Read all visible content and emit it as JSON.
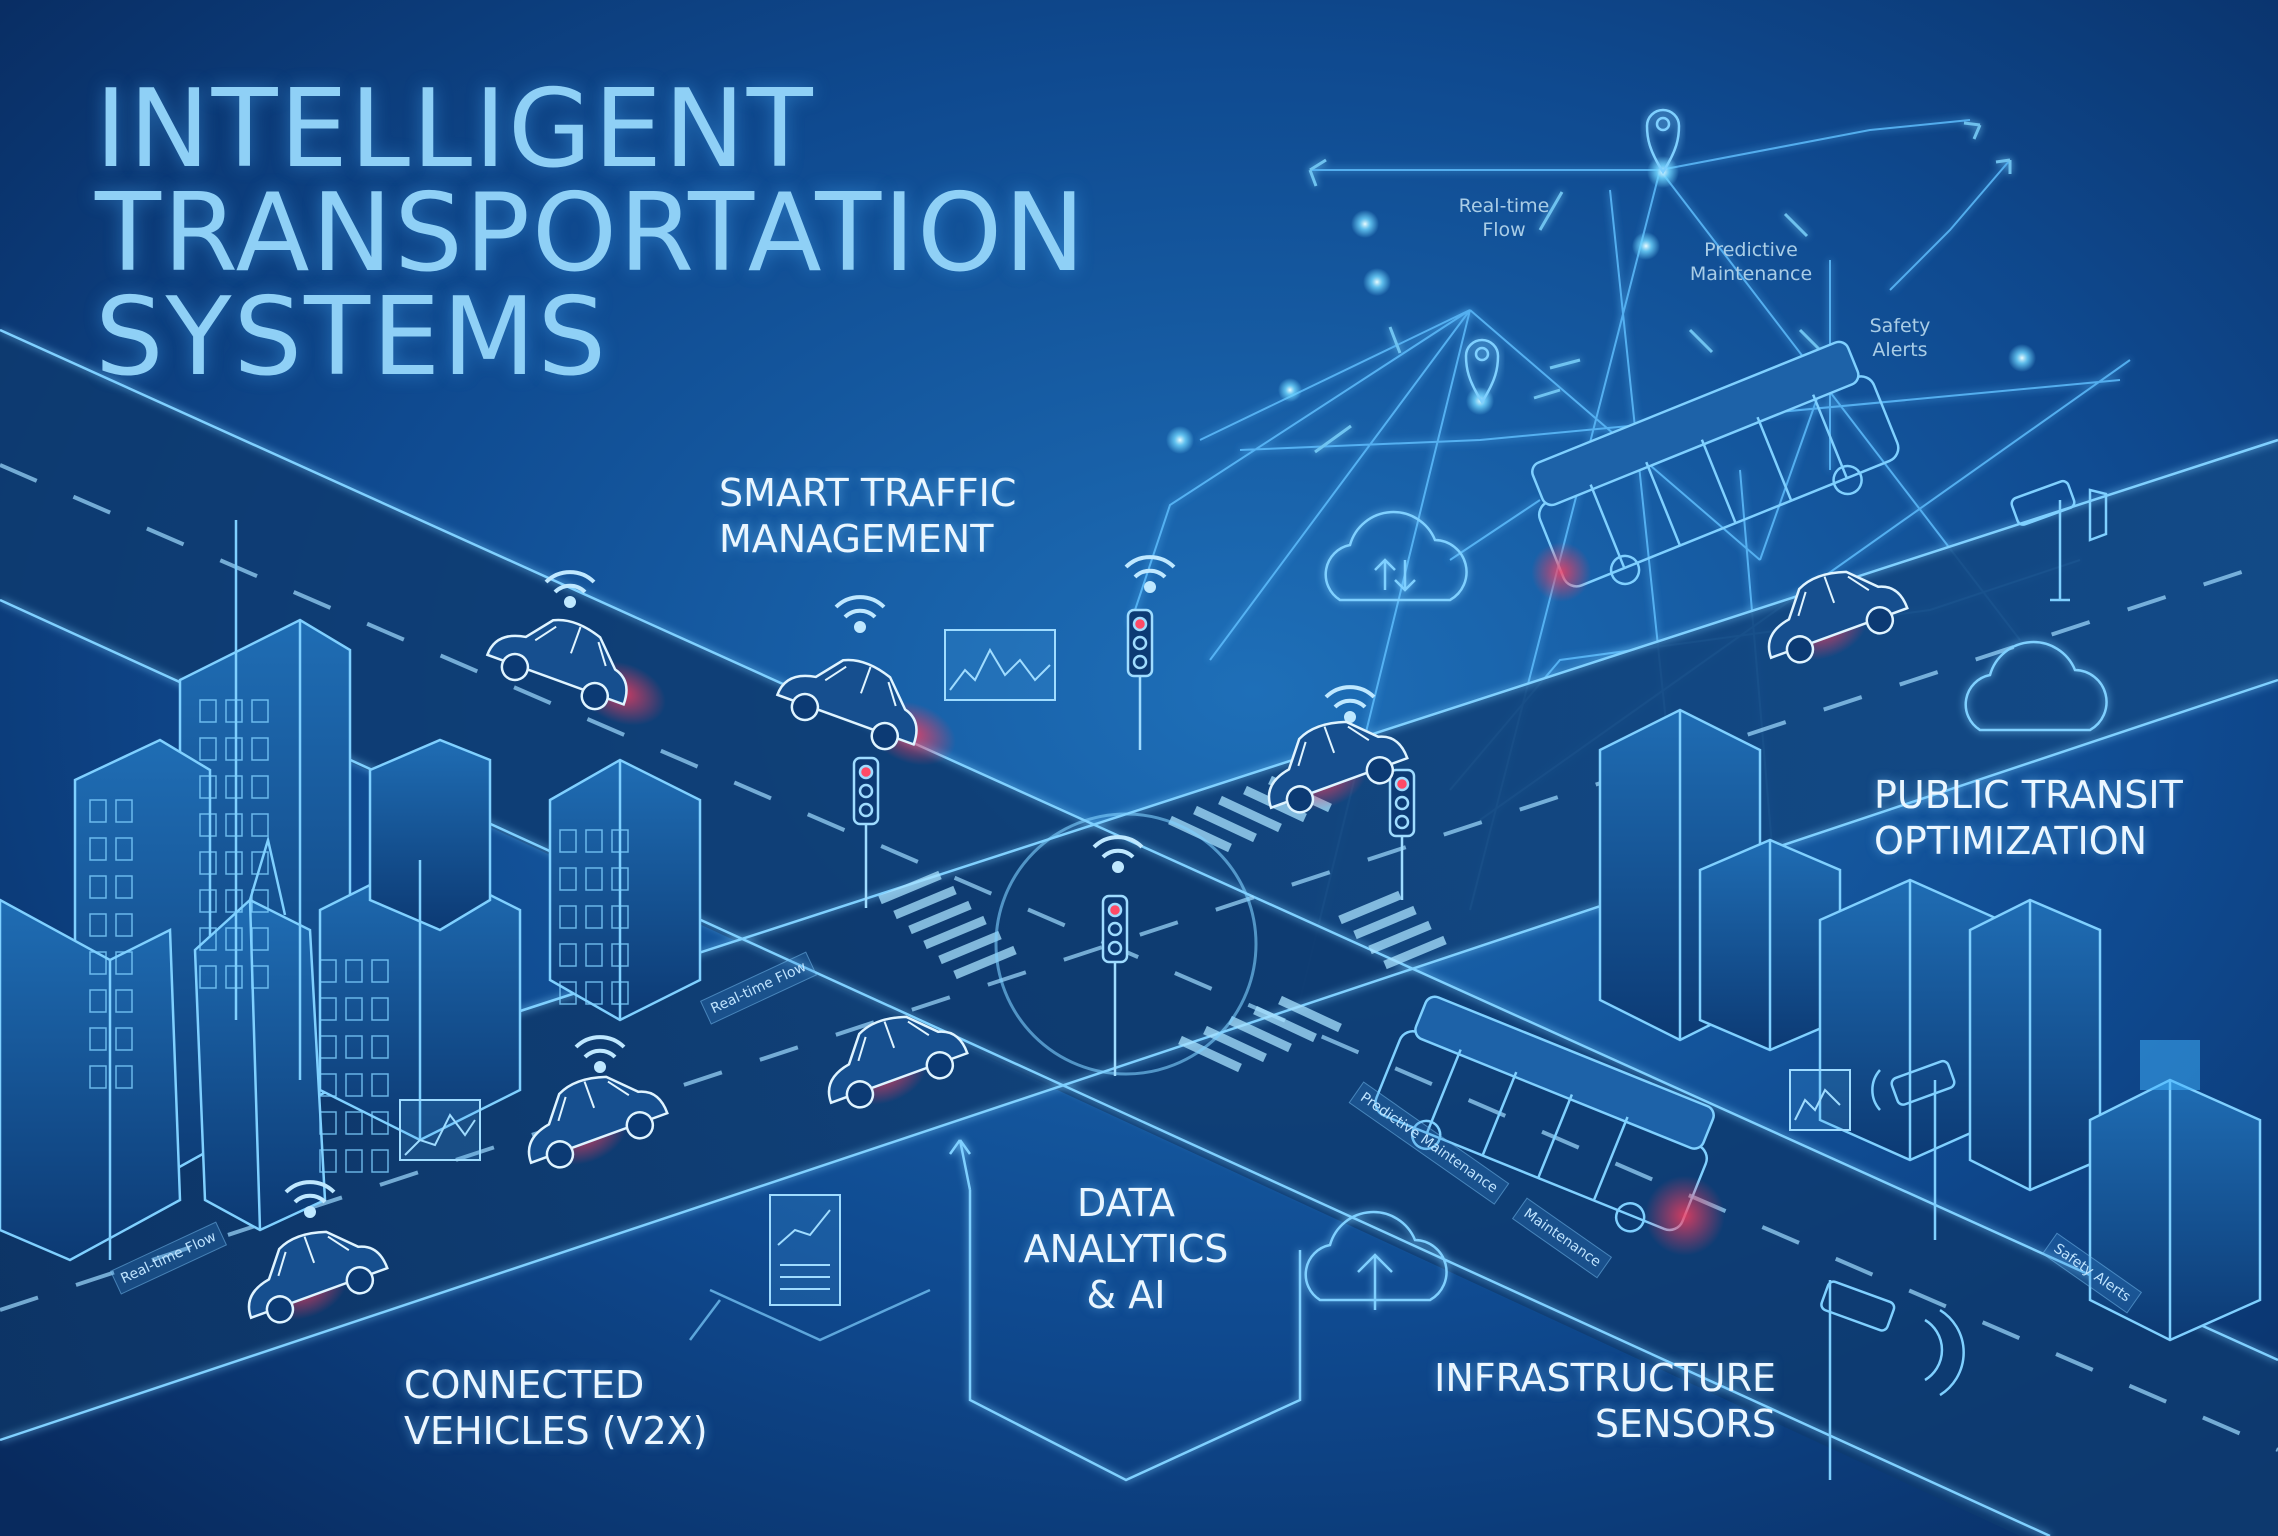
{
  "title": {
    "lines": [
      "INTELLIGENT",
      "TRANSPORTATION",
      "SYSTEMS"
    ]
  },
  "sections": {
    "smart_traffic": {
      "lines": [
        "SMART TRAFFIC",
        "MANAGEMENT"
      ]
    },
    "public_transit": {
      "lines": [
        "PUBLIC TRANSIT",
        "OPTIMIZATION"
      ]
    },
    "data_analytics": {
      "lines": [
        "DATA",
        "ANALYTICS",
        "& AI"
      ]
    },
    "connected_vehicles": {
      "lines": [
        "CONNECTED",
        "VEHICLES (V2X)"
      ]
    },
    "infrastructure": {
      "lines": [
        "INFRASTRUCTURE",
        "SENSORS"
      ]
    }
  },
  "network": {
    "realtime_flow": [
      "Real-time",
      "Flow"
    ],
    "predictive_maintenance": [
      "Predictive",
      "Maintenance"
    ],
    "safety_alerts": [
      "Safety",
      "Alerts"
    ]
  },
  "signs": {
    "realtime_flow_1": "Real-time Flow",
    "realtime_flow_2": "Real-time Flow",
    "predictive_maintenance": "Predictive Maintenance",
    "maintenance": "Maintenance",
    "safety_alerts": "Safety Alerts"
  },
  "colors": {
    "background": "#0b3a78",
    "accent": "#7fd0ff",
    "title": "#8fd0f6",
    "tail_light": "#ff3b5c"
  },
  "icons": [
    "wifi-icon",
    "traffic-light-icon",
    "cloud-sync-icon",
    "cloud-upload-icon",
    "cloud-icon",
    "camera-icon",
    "location-pin-icon",
    "car-icon",
    "bus-icon",
    "chart-icon"
  ]
}
